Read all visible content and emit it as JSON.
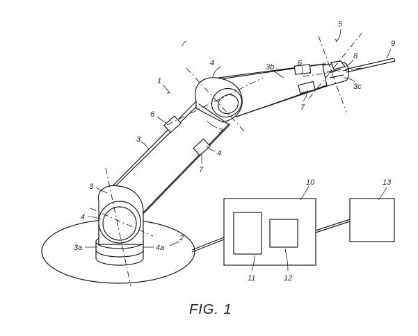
{
  "figure": {
    "caption": "FIG. 1",
    "labels": {
      "robot": "1",
      "base_plate": "2",
      "arm_lower": "3",
      "arm_mid": "3",
      "arm_lower_left": "3",
      "arm_upper": "3b",
      "base_part": "3a",
      "flange": "3c",
      "joint_base": "4",
      "joint_elbow_top": "4",
      "joint_elbow_side": "4",
      "joint_base_sub": "4a",
      "wrist_axis": "5",
      "sensor_upper_6": "6",
      "sensor_lower_6": "6",
      "sensor_upper_7": "7",
      "sensor_lower_7": "7",
      "tool_holder": "8",
      "tool": "9",
      "controller": "10",
      "unit_11": "11",
      "unit_12": "12",
      "computer": "13"
    }
  }
}
